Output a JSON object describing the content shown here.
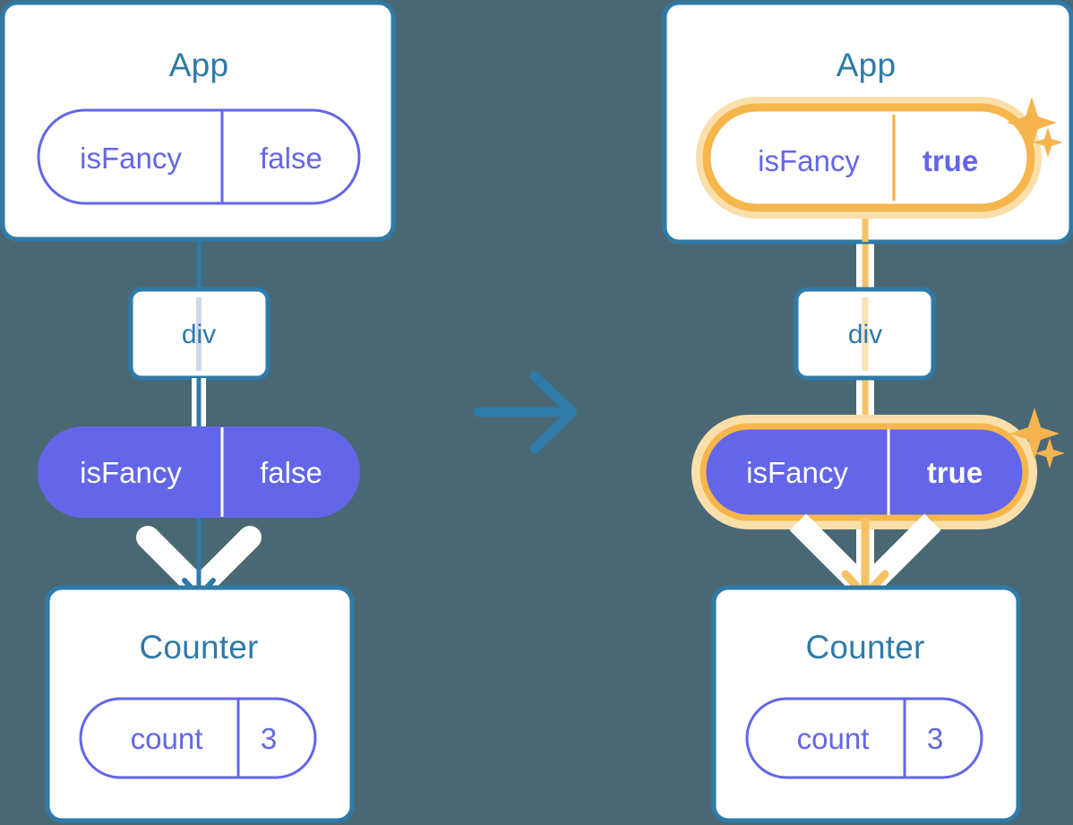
{
  "diagram": {
    "title": "React state update propagation diagram",
    "background_color": "#4a6873",
    "transition_arrow": {
      "icon": "arrow-right-icon",
      "color": "#2e7aa8"
    }
  },
  "colors": {
    "background": "#4a6873",
    "card_border": "#2e7aa8",
    "card_fill": "#ffffff",
    "heading_text": "#2e7aa8",
    "pill_outline_stroke": "#6366e8",
    "pill_outline_text": "#6366e8",
    "pill_solid_fill": "#6366e8",
    "pill_solid_text": "#ffffff",
    "highlight_ring": "#f6b64b",
    "highlight_ring_glow": "#fadfab",
    "highlight_line": "#f7c266",
    "sparkle": "#f6b450",
    "connector_white": "#ffffff",
    "connector_blue": "#2e7aa8"
  },
  "panels": [
    {
      "id": "before",
      "name": "before-state",
      "app_card": {
        "label": "App",
        "pill": {
          "key": "isFancy",
          "value": "false",
          "style": "outline",
          "highlighted": false,
          "bold_value": false
        }
      },
      "div_node": {
        "label": "div"
      },
      "props_pill": {
        "key": "isFancy",
        "value": "false",
        "style": "solid",
        "highlighted": false,
        "bold_value": false
      },
      "counter_card": {
        "label": "Counter",
        "pill": {
          "key": "count",
          "value": "3",
          "style": "outline",
          "highlighted": false,
          "bold_value": false
        }
      },
      "flow_color": "#2e7aa8",
      "sparkles": false
    },
    {
      "id": "after",
      "name": "after-state",
      "app_card": {
        "label": "App",
        "pill": {
          "key": "isFancy",
          "value": "true",
          "style": "outline",
          "highlighted": true,
          "bold_value": true
        }
      },
      "div_node": {
        "label": "div"
      },
      "props_pill": {
        "key": "isFancy",
        "value": "true",
        "style": "solid",
        "highlighted": true,
        "bold_value": true
      },
      "counter_card": {
        "label": "Counter",
        "pill": {
          "key": "count",
          "value": "3",
          "style": "outline",
          "highlighted": false,
          "bold_value": false
        }
      },
      "flow_color": "#f7c266",
      "sparkles": true
    }
  ]
}
